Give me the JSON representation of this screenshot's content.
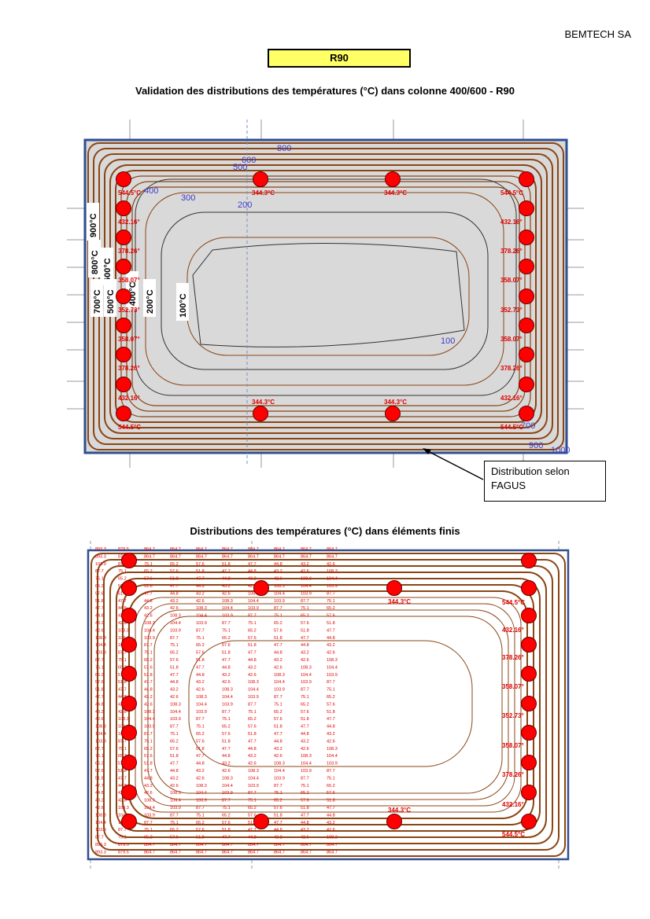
{
  "header": {
    "company": "BEMTECH SA",
    "rating": "R90"
  },
  "figure1": {
    "title": "Validation des distributions des températures (°C) dans colonne 400/600 - R90",
    "contour_labels": [
      "800",
      "600",
      "500",
      "400",
      "300",
      "200",
      "100",
      "700",
      "900",
      "1000"
    ],
    "side_labels": [
      "900°C",
      "800°C",
      "600°C",
      "700°C",
      "500°C",
      "400°C",
      "200°C",
      "100°C"
    ],
    "left_temps": [
      "544.5°C",
      "432.16°",
      "378.26°",
      "358.07°",
      "352.73°",
      "358.07°",
      "378.26°",
      "432.16°",
      "544.5°C"
    ],
    "right_temps": [
      "544.5°C",
      "432.16°",
      "378.26°",
      "358.07°",
      "352.73°",
      "358.07°",
      "378.26°",
      "432.16°",
      "544.5°C"
    ],
    "top_temps": [
      "344.3°C",
      "344.3°C"
    ],
    "bottom_temps": [
      "344.3°C",
      "344.3°C"
    ],
    "callout": "Distribution selon FAGUS",
    "colors": {
      "contour": "#8b4513",
      "inner": "#333333",
      "dot": "#ff0000",
      "frame": "#2f4f8f",
      "fill": "#d9d9d9"
    }
  },
  "figure2": {
    "title": "Distributions des températures (°C) dans éléments finis",
    "right_temps": [
      "544.5°C",
      "432.16°",
      "378.26°",
      "358.07°",
      "352.73°",
      "358.07°",
      "378.26°",
      "432.16°",
      "544.5°C"
    ],
    "top_temp": "344.3°C",
    "bottom_temp": "344.3°C",
    "grid_sample_row": [
      "893.3",
      "879.5",
      "864.7",
      "864.7",
      "864.7",
      "864.7",
      "864.7",
      "864.7",
      "864.7"
    ],
    "grid_center_values": [
      "108.3",
      "104.4",
      "103.9",
      "87.7",
      "75.1",
      "65.2",
      "57.6",
      "51.8",
      "47.7",
      "44.8",
      "43.2",
      "42.6"
    ]
  }
}
